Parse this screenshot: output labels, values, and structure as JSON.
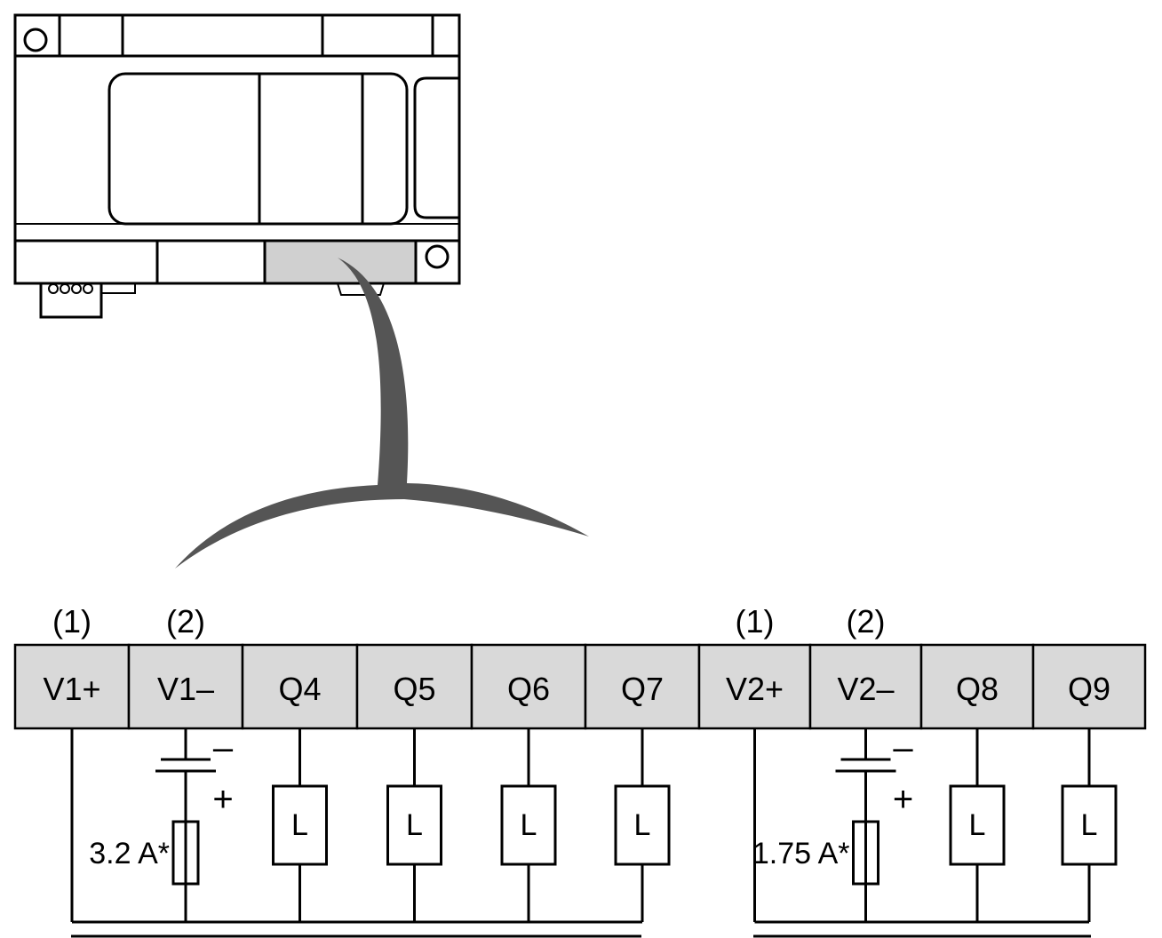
{
  "groups": [
    {
      "terminals": [
        "V1+",
        "V1–",
        "Q4",
        "Q5",
        "Q6",
        "Q7"
      ],
      "notes": [
        "(1)",
        "(2)"
      ],
      "fuse_label": "3.2 A*",
      "load_label": "L",
      "polarity": {
        "minus": "–",
        "plus": "+"
      }
    },
    {
      "terminals": [
        "V2+",
        "V2–",
        "Q8",
        "Q9"
      ],
      "notes": [
        "(1)",
        "(2)"
      ],
      "fuse_label": "1.75 A*",
      "load_label": "L",
      "polarity": {
        "minus": "–",
        "plus": "+"
      }
    }
  ],
  "colors": {
    "terminal_fill": "#d9d9d9",
    "highlight": "#d0d0d0",
    "connector": "#555555"
  }
}
